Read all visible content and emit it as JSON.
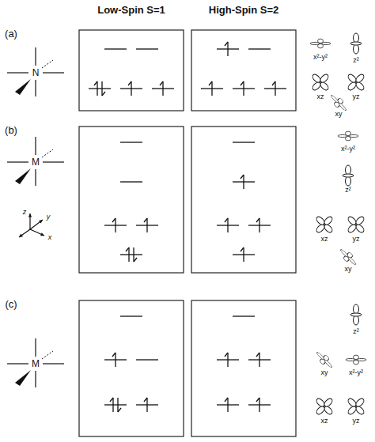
{
  "diagram": {
    "labels": [
      "Low-Spin S=1",
      "High-Spin S=2",
      "(a)",
      "N",
      "(b)",
      "M",
      "z",
      "y",
      "x",
      "(c)",
      "M",
      "x²-y²",
      "z²",
      "xz",
      "yz",
      "xy",
      "x²-y²",
      "z²",
      "xz",
      "yz",
      "xy",
      "z²",
      "xy",
      "x²-y²",
      "xz",
      "yz"
    ]
  }
}
